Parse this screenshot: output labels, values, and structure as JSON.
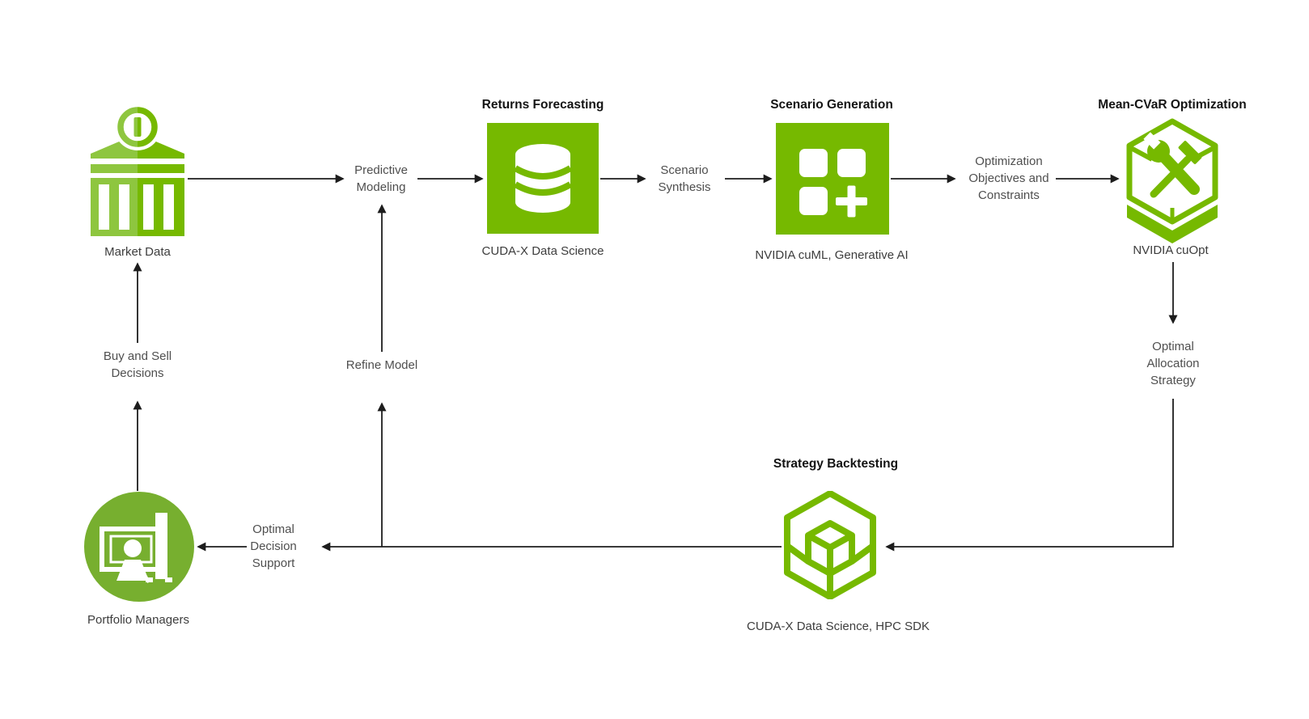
{
  "colors": {
    "nvidia_green": "#76B900",
    "bank_light_green": "#8EC63F",
    "circle_green": "#77AF2F",
    "arrow_color": "#1d1d1d",
    "title_text": "#141414",
    "label_text": "#3d3d3d",
    "flow_text": "#4f4f4f"
  },
  "nodes": {
    "market_data": {
      "label": "Market Data"
    },
    "returns_forecasting": {
      "title": "Returns Forecasting",
      "label": "CUDA-X Data Science"
    },
    "scenario_generation": {
      "title": "Scenario Generation",
      "label": "NVIDIA cuML, Generative AI"
    },
    "mean_cvar_optimization": {
      "title": "Mean-CVaR Optimization",
      "label": "NVIDIA cuOpt"
    },
    "strategy_backtesting": {
      "title": "Strategy Backtesting",
      "label": "CUDA-X Data Science, HPC SDK"
    },
    "portfolio_managers": {
      "label": "Portfolio Managers"
    }
  },
  "flow_labels": {
    "predictive_modeling": {
      "lines": [
        "Predictive",
        "Modeling"
      ]
    },
    "scenario_synthesis": {
      "lines": [
        "Scenario",
        "Synthesis"
      ]
    },
    "optimization_objectives": {
      "lines": [
        "Optimization",
        "Objectives and",
        "Constraints"
      ]
    },
    "optimal_allocation": {
      "lines": [
        "Optimal",
        "Allocation",
        "Strategy"
      ]
    },
    "optimal_decision": {
      "lines": [
        "Optimal",
        "Decision",
        "Support"
      ]
    },
    "buy_sell_decisions": {
      "lines": [
        "Buy and Sell",
        "Decisions"
      ]
    },
    "refine_model": {
      "lines": [
        "Refine Model"
      ]
    }
  }
}
